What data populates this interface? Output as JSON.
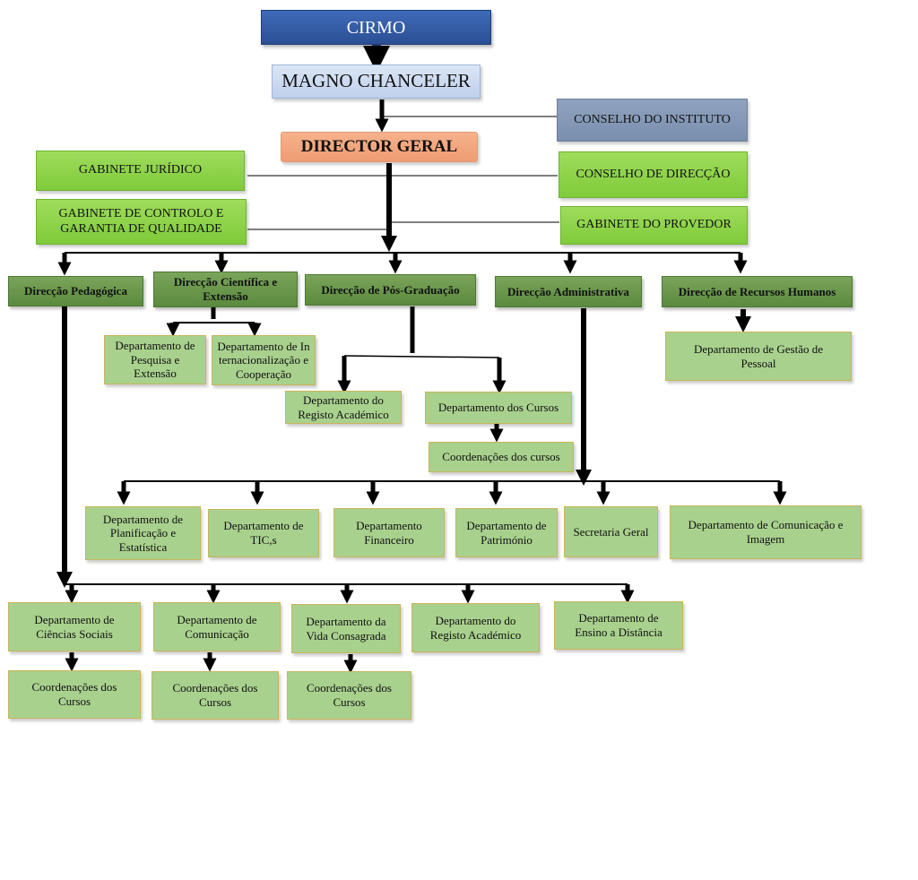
{
  "top": {
    "cirmo": "CIRMO",
    "magno": "MAGNO CHANCELER",
    "conselho_instituto": "CONSELHO DO INSTITUTO",
    "director_geral": "DIRECTOR GERAL"
  },
  "gabinetes": {
    "juridico": "GABINETE JURÍDICO",
    "controlo": "GABINETE DE CONTROLO E GARANTIA DE QUALIDADE",
    "conselho_direccao": "CONSELHO DE DIRECÇÃO",
    "provedor": "GABINETE DO PROVEDOR"
  },
  "direccoes": {
    "pedagogica": "Direcção Pedagógica",
    "cientifica": "Direcção Científica e Extensão",
    "pos_graduacao": "Direcção de Pós-Graduação",
    "administrativa": "Direcção Administrativa",
    "recursos_humanos": "Direcção de Recursos Humanos"
  },
  "cientifica_depts": {
    "pesquisa": "Departamento de Pesquisa e Extensão",
    "internacionalizacao": "Departamento de Internacionalização e Cooperação"
  },
  "pos_depts": {
    "registo": "Departamento do Registo Académico",
    "cursos": "Departamento dos Cursos",
    "coordenacoes": "Coordenações dos cursos"
  },
  "rh_dept": "Departamento de Gestão de Pessoal",
  "admin_depts": {
    "planificacao": "Departamento de Planificação e Estatística",
    "tic": "Departamento de TIC,s",
    "financeiro": "Departamento Financeiro",
    "patrimonio": "Departamento de Património",
    "secretaria": "Secretaria Geral",
    "comunicacao_imagem": "Departamento de Comunicação e Imagem"
  },
  "pedagogica_depts": {
    "ciencias_sociais": "Departamento de Ciências Sociais",
    "comunicacao": "Departamento de Comunicação",
    "vida_consagrada": "Departamento da Vida Consagrada",
    "registo": "Departamento do Registo Académico",
    "ensino_distancia": "Departamento de Ensino a Distância"
  },
  "coordenacoes": {
    "c1": "Coordenações dos Cursos",
    "c2": "Coordenações dos Cursos",
    "c3": "Coordenações dos Cursos"
  },
  "colors": {
    "blue": "#2b4f94",
    "light_blue": "#c9d8f0",
    "slate": "#8496b4",
    "salmon": "#f3a67e",
    "lime": "#8ed34a",
    "dark_green": "#6a9a4b",
    "light_green": "#a9d18e"
  }
}
